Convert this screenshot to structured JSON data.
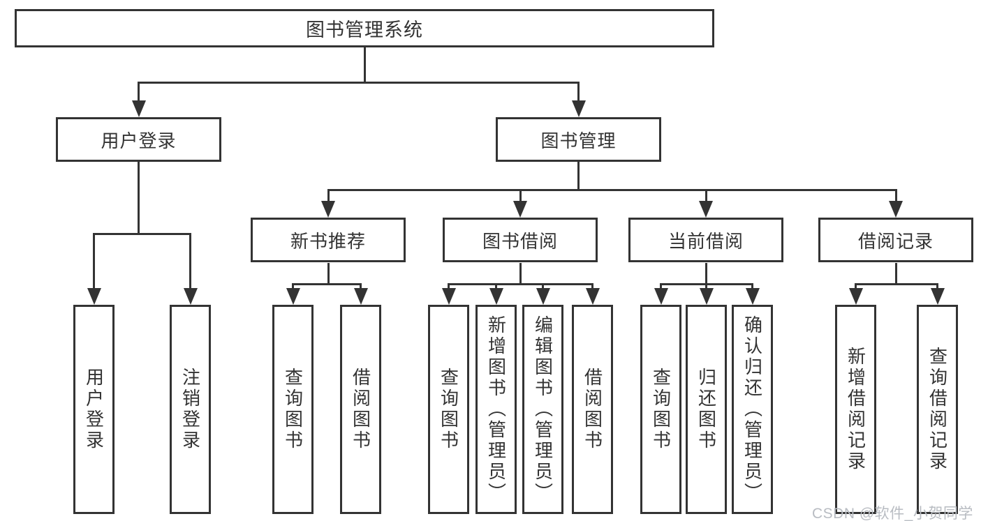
{
  "diagram": {
    "type": "org-tree",
    "title": "图书管理系统",
    "colors": {
      "line": "#333333",
      "box_border": "#333333",
      "text": "#333333",
      "background": "#ffffff",
      "watermark": "#b8bcc2"
    },
    "root": {
      "label": "图书管理系统"
    },
    "level2": [
      {
        "label": "用户登录"
      },
      {
        "label": "图书管理"
      }
    ],
    "level3": [
      {
        "label": "新书推荐"
      },
      {
        "label": "图书借阅"
      },
      {
        "label": "当前借阅"
      },
      {
        "label": "借阅记录"
      }
    ],
    "leaves": {
      "user_login": [
        {
          "label": "用户登录"
        },
        {
          "label": "注销登录"
        }
      ],
      "new_book": [
        {
          "label": "查询图书"
        },
        {
          "label": "借阅图书"
        }
      ],
      "book_borrow": [
        {
          "label": "查询图书"
        },
        {
          "label": "新增图书（管理员）"
        },
        {
          "label": "编辑图书（管理员）"
        },
        {
          "label": "借阅图书"
        }
      ],
      "current_borrow": [
        {
          "label": "查询图书"
        },
        {
          "label": "归还图书"
        },
        {
          "label": "确认归还（管理员）"
        }
      ],
      "borrow_record": [
        {
          "label": "新增借阅记录"
        },
        {
          "label": "查询借阅记录"
        }
      ]
    }
  },
  "watermark": {
    "text": "CSDN @软件_小贺同学"
  }
}
